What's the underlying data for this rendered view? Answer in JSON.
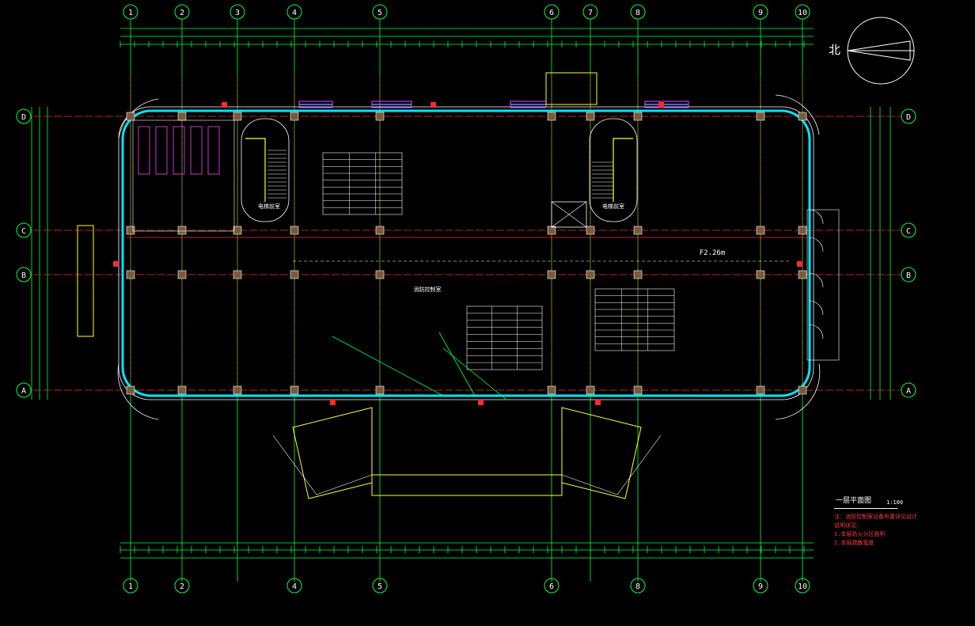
{
  "drawing": {
    "title": "一层平面图",
    "scale": "1:100",
    "north": "北",
    "axes_top": [
      "1",
      "2",
      "3",
      "4",
      "5",
      "6",
      "7",
      "8",
      "9",
      "10"
    ],
    "axes_bottom": [
      "1",
      "2",
      "4",
      "5",
      "6",
      "8",
      "9",
      "10"
    ],
    "axes_side": [
      "D",
      "C",
      "B",
      "A"
    ],
    "room_labels": {
      "left_room": "电梯前室",
      "center_hall": "消防控制室",
      "right_room": "电梯前室"
    },
    "level_mark": "F2.26m",
    "notes": [
      "注：消防控制室设备布置详见设计",
      "说明详见：",
      "1.本层防火分区面积",
      "2.本层疏散宽度"
    ],
    "colors": {
      "grid": "#00ff3c",
      "wall": "#00e5ff",
      "axis_red": "#ff2a2a",
      "yellow": "#ffff30",
      "text": "#ffffff",
      "magenta": "#ff40ff"
    }
  }
}
